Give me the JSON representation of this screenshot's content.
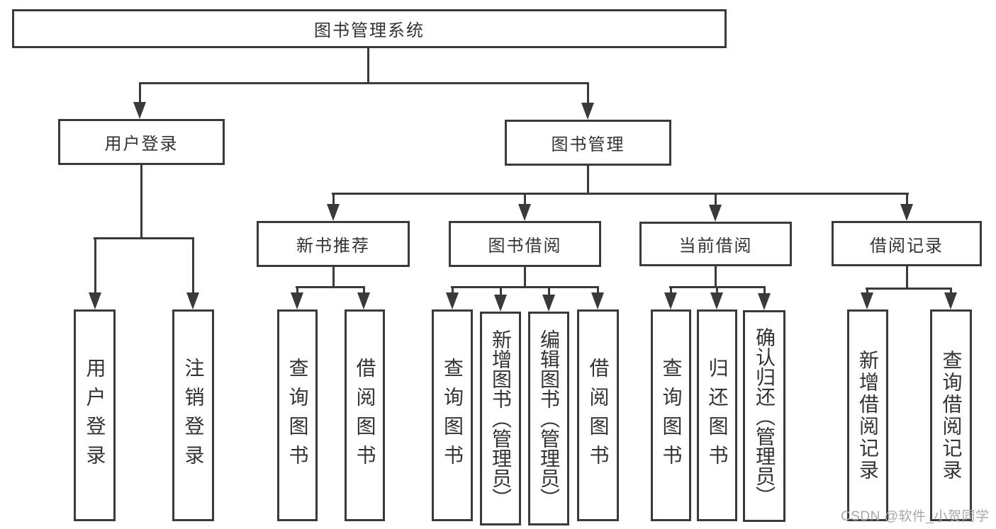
{
  "tree": {
    "root": {
      "label": "图书管理系统"
    },
    "branches": [
      {
        "label": "用户登录",
        "children": [
          {
            "label": "用户登录"
          },
          {
            "label": "注销登录"
          }
        ]
      },
      {
        "label": "图书管理",
        "children": [
          {
            "label": "新书推荐",
            "children": [
              {
                "label": "查询图书"
              },
              {
                "label": "借阅图书"
              }
            ]
          },
          {
            "label": "图书借阅",
            "children": [
              {
                "label": "查询图书"
              },
              {
                "label": "新增图书（管理员）"
              },
              {
                "label": "编辑图书（管理员）"
              },
              {
                "label": "借阅图书"
              }
            ]
          },
          {
            "label": "当前借阅",
            "children": [
              {
                "label": "查询图书"
              },
              {
                "label": "归还图书"
              },
              {
                "label": "确认归还（管理员）"
              }
            ]
          },
          {
            "label": "借阅记录",
            "children": [
              {
                "label": "新增借阅记录"
              },
              {
                "label": "查询借阅记录"
              }
            ]
          }
        ]
      }
    ]
  },
  "watermark": {
    "text": "CSDN @软件_小贺同学"
  },
  "colors": {
    "line": "#3a3a3a",
    "text": "#333333",
    "watermark": "#a8a8a8",
    "background": "#ffffff"
  }
}
